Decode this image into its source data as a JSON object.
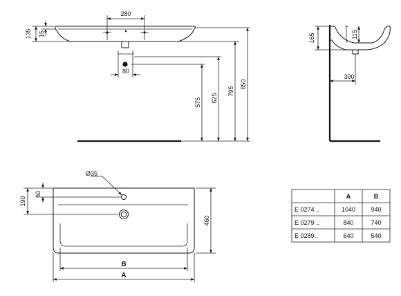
{
  "front_view": {
    "dim_faucet_spacing": "280",
    "dim_rim_height": "135",
    "dim_rim_thickness": "15",
    "dim_drain_offset": "80",
    "dim_h1": "575",
    "dim_h2": "625",
    "dim_h3": "795",
    "dim_h4": "850"
  },
  "side_view": {
    "dim_height": "165",
    "dim_bowl": "115",
    "dim_depth": "300"
  },
  "top_view": {
    "dim_hole": "Ø35",
    "dim_hole_offset": "60",
    "dim_back": "190",
    "dim_depth": "460",
    "label_b": "B",
    "label_a": "A"
  },
  "size_table": {
    "headers": [
      "",
      "A",
      "B"
    ],
    "rows": [
      {
        "code": "E 0274 ..",
        "a": "1040",
        "b": "940"
      },
      {
        "code": "E 0279 ..",
        "a": "840",
        "b": "740"
      },
      {
        "code": "E 0289..",
        "a": "640",
        "b": "540"
      }
    ]
  }
}
